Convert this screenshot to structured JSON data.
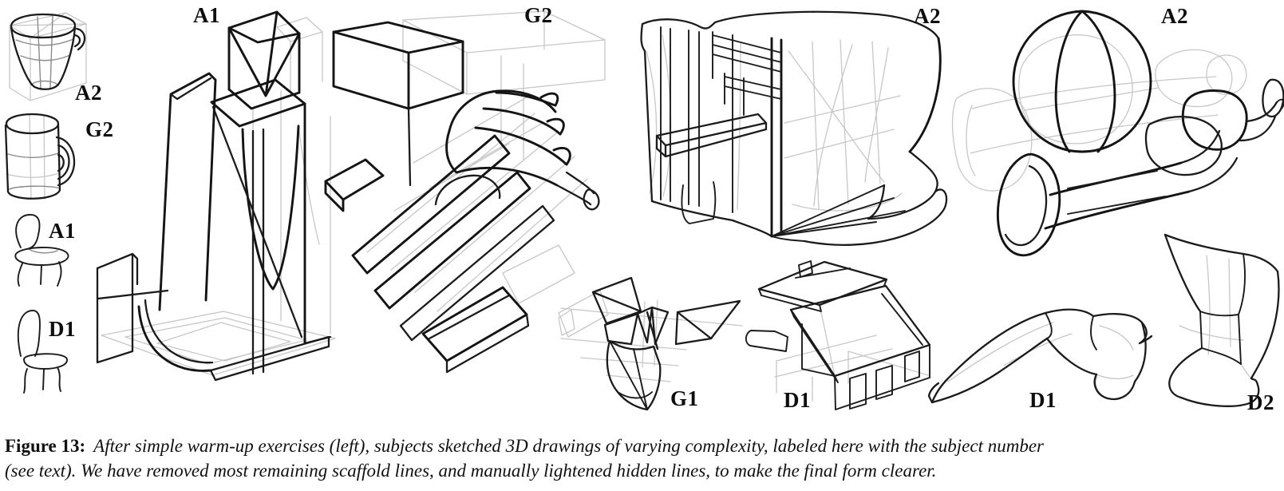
{
  "panels": {
    "warmup_cup": {
      "label": "A2",
      "depicts": "warm-up sketch of a tapered cup with scaffold box"
    },
    "warmup_mug": {
      "label": "G2",
      "depicts": "warm-up sketch of a cylindrical mug with round handle"
    },
    "warmup_chair_a1": {
      "label": "A1",
      "depicts": "warm-up sketch of a simple chair"
    },
    "warmup_chair_d1": {
      "label": "D1",
      "depicts": "warm-up sketch of a simple chair"
    },
    "sculpture": {
      "label": "A1",
      "depicts": "tall angular sculpture of slabs with pyramid-topped box"
    },
    "mechanism": {
      "label": "G2",
      "depicts": "mechanical assembly with two boxes, diagonal slabs, horns and cone"
    },
    "booth": {
      "label": "A2",
      "depicts": "freeform booth-like structure with shelf and fan base"
    },
    "organic": {
      "label": "A2",
      "depicts": "organic composition of spheres, trumpets and goblets"
    },
    "rocket": {
      "label": "G1",
      "depicts": "angular winged rocket-like form"
    },
    "house": {
      "label": "D1",
      "depicts": "wireframe house with hip roof, chimney and windows"
    },
    "handle": {
      "label": "D1",
      "depicts": "curved horn-like handle form"
    },
    "boot": {
      "label": "D2",
      "depicts": "curved boot-like surface form"
    }
  },
  "caption": {
    "label": "Figure 13:",
    "line1": "After simple warm-up exercises (left), subjects sketched 3D drawings of varying complexity, labeled here with the subject number",
    "line2": "(see text). We have removed most remaining scaffold lines, and manually lightened hidden lines, to make the final form clearer."
  }
}
